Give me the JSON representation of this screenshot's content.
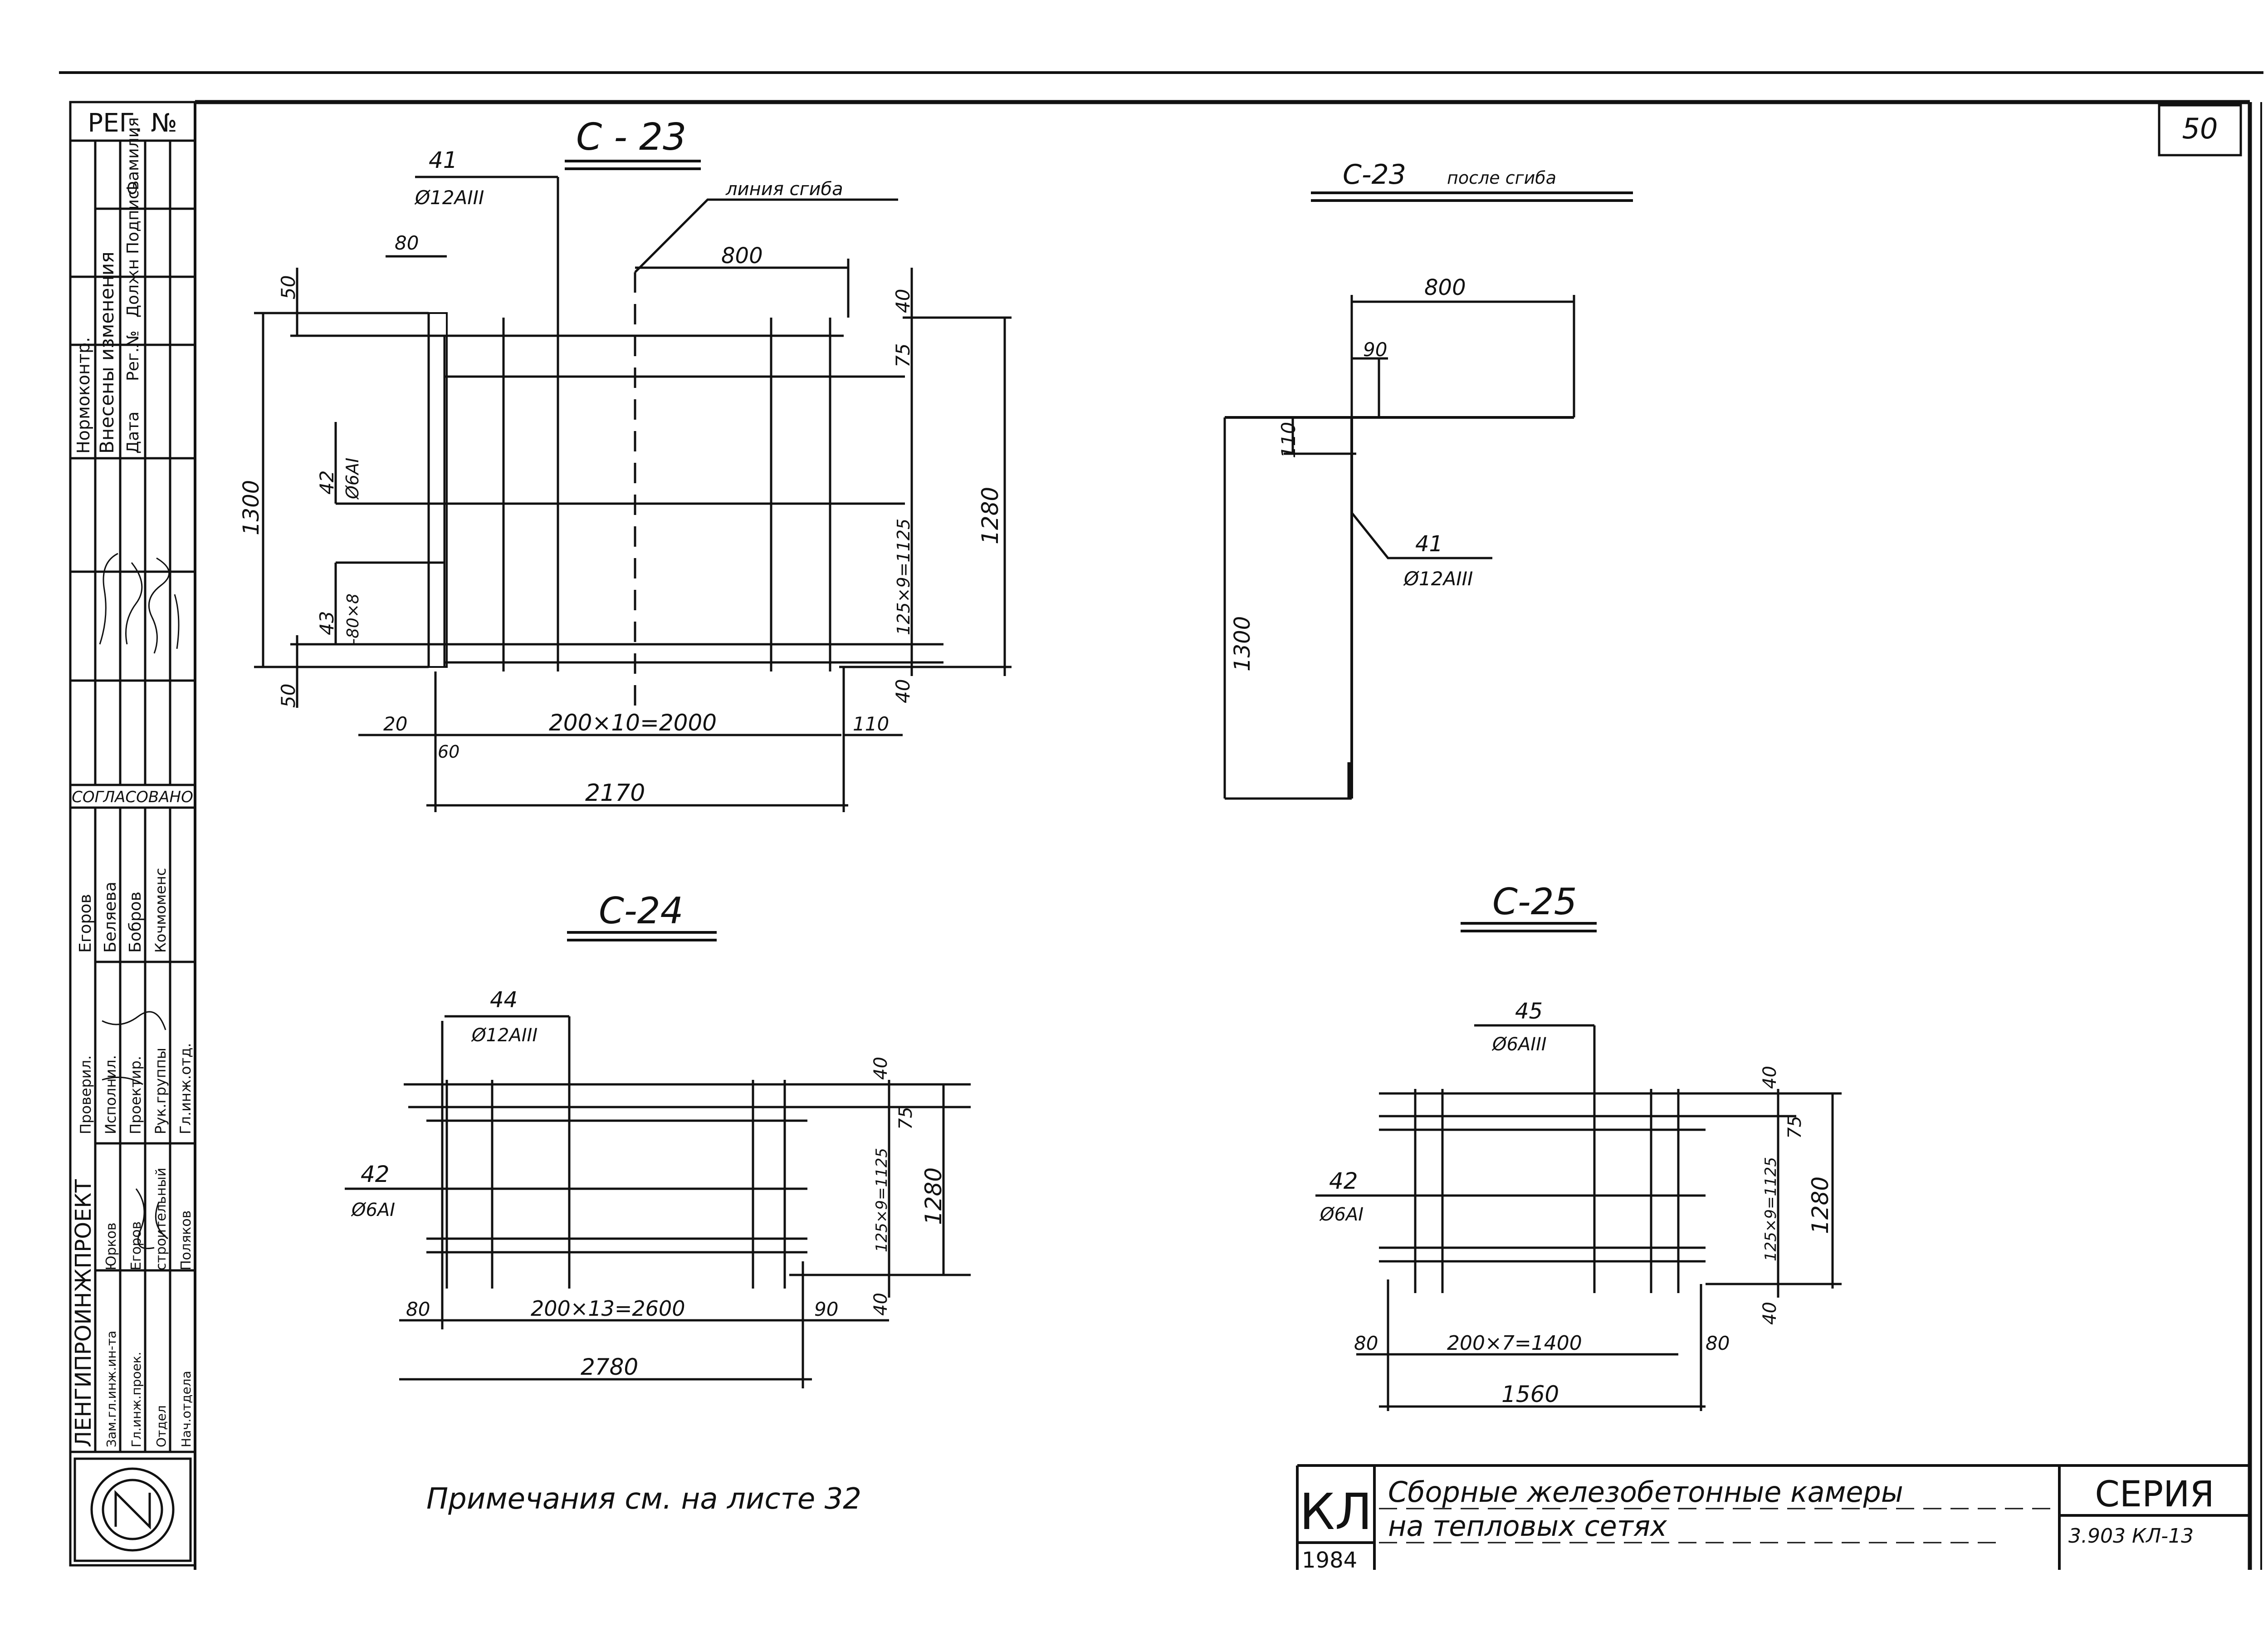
{
  "sheet_number": "50",
  "stamp": {
    "reg_no": "РЕГ. №",
    "norm_control": "Нормоконтр.",
    "changes_made": "Внесены изменения",
    "cols": [
      "Дата",
      "Рег.№",
      "Должн",
      "Подпись",
      "Фамилия"
    ],
    "agreed": "СОГЛАСОВАНО",
    "agreed_names": [
      "Егоров",
      "Беляева",
      "Бобров",
      "Кочмоменс"
    ],
    "roles": [
      "Гл.инж.отд.",
      "Рук.группы",
      "Проектир.",
      "Исполнил.",
      "Проверил."
    ],
    "org": "ЛЕНГИПРОИНЖПРОЕКТ",
    "org_roles": [
      "Зам.гл.инж.ин-та",
      "Гл.инж.проек.",
      "Отдел",
      "Нач.отдела"
    ],
    "org_names": [
      "Юрков",
      "Егоров",
      "строительный",
      "Поляков"
    ]
  },
  "drawings": {
    "c23": {
      "title": "С - 23",
      "bend_line": "линия сгиба",
      "bar41_num": "41",
      "bar41_spec": "Ø12AIII",
      "bar42_num": "42",
      "bar42_spec": "Ø6AI",
      "bar43_num": "43",
      "bar43_spec": "-80×8",
      "dims": {
        "top_80": "80",
        "top_800": "800",
        "left_50_top": "50",
        "left_1300": "1300",
        "left_50_bot": "50",
        "right_40_top": "40",
        "right_75": "75",
        "right_125": "125×9=1125",
        "right_40_bot": "40",
        "right_1280": "1280",
        "bot_20": "20",
        "bot_2000": "200×10=2000",
        "bot_110": "110",
        "bot_60": "60",
        "bot_2170": "2170"
      }
    },
    "c23_bent": {
      "title": "С-23",
      "subtitle": "после сгиба",
      "dims": {
        "d800": "800",
        "d90": "90",
        "d110": "110",
        "d1300": "1300"
      },
      "bar41_num": "41",
      "bar41_spec": "Ø12AIII"
    },
    "c24": {
      "title": "С-24",
      "bar44_num": "44",
      "bar44_spec": "Ø12AIII",
      "bar42_num": "42",
      "bar42_spec": "Ø6AI",
      "dims": {
        "r40_top": "40",
        "r75": "75",
        "r125": "125×9=1125",
        "r1280": "1280",
        "r40_bot": "40",
        "b80": "80",
        "b2600": "200×13=2600",
        "b90": "90",
        "b2780": "2780"
      }
    },
    "c25": {
      "title": "С-25",
      "bar45_num": "45",
      "bar45_spec": "Ø6AIII",
      "bar42_num": "42",
      "bar42_spec": "Ø6AI",
      "dims": {
        "r40_top": "40",
        "r75": "75",
        "r125": "125×9=1125",
        "r1280": "1280",
        "r40_bot": "40",
        "b80l": "80",
        "b1400": "200×7=1400",
        "b80r": "80",
        "b1560": "1560"
      }
    }
  },
  "note": "Примечания см. на листе 32",
  "title_block": {
    "code": "КЛ",
    "description_line1": "Сборные железобетонные камеры",
    "description_line2": "на тепловых сетях",
    "series_label": "СЕРИЯ",
    "series_number": "3.903 КЛ-13",
    "year": "1984"
  }
}
